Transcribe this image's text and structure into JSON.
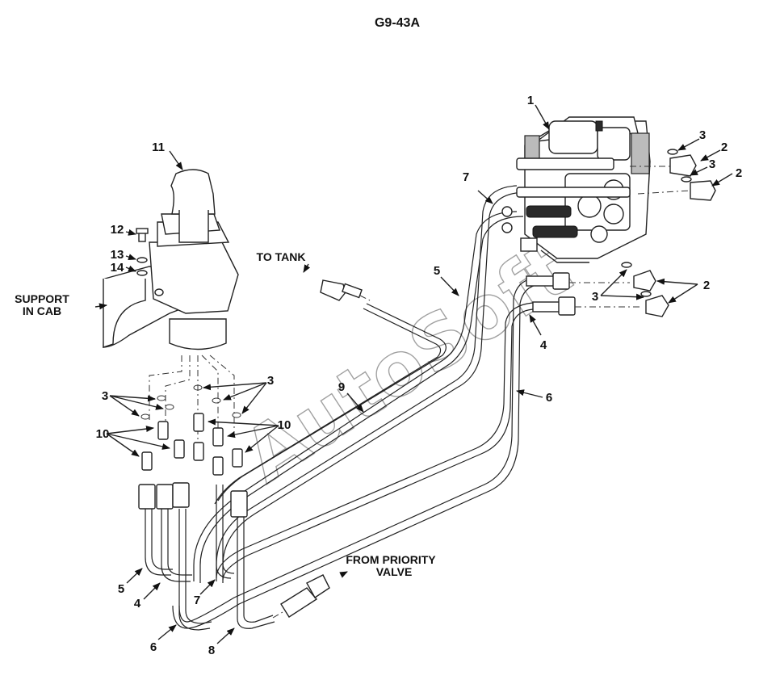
{
  "title": "G9-43A",
  "watermark": "AutoSoft",
  "labels": {
    "to_tank": "TO TANK",
    "support_line1": "SUPPORT",
    "support_line2": "IN CAB",
    "priority_line1": "FROM PRIORITY",
    "priority_line2": "VALVE"
  },
  "callouts": {
    "c1": "1",
    "c2a": "2",
    "c2b": "2",
    "c2c": "2",
    "c3a": "3",
    "c3b": "3",
    "c3c": "3",
    "c3d": "3",
    "c3e": "3",
    "c4a": "4",
    "c4b": "4",
    "c5a": "5",
    "c5b": "5",
    "c6a": "6",
    "c6b": "6",
    "c7a": "7",
    "c7b": "7",
    "c8": "8",
    "c9": "9",
    "c10a": "10",
    "c10b": "10",
    "c11": "11",
    "c12": "12",
    "c13": "13",
    "c14": "14"
  }
}
